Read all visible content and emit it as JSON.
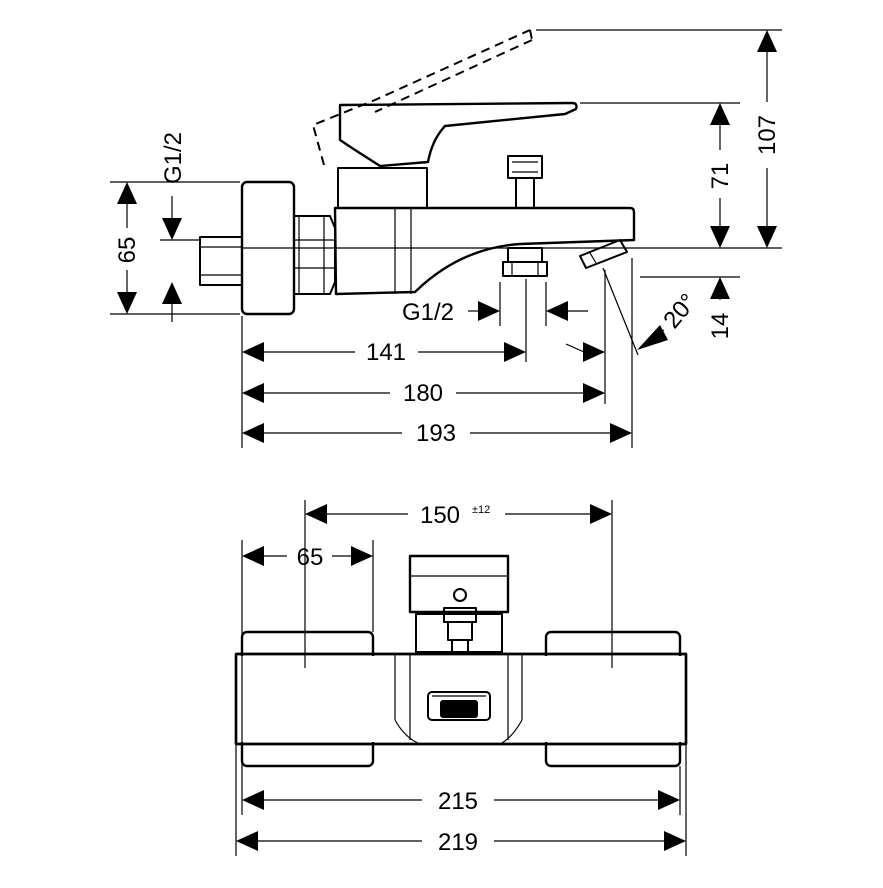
{
  "side_view": {
    "height_107": "107",
    "height_71": "71",
    "height_65": "65",
    "height_14": "14",
    "thread_inlet": "G1/2",
    "thread_outlet": "G1/2",
    "length_141": "141",
    "length_180": "180",
    "length_193": "193",
    "angle_20": "20°"
  },
  "top_view": {
    "width_150": "150",
    "width_150_tolerance": "±12",
    "width_65": "65",
    "width_215": "215",
    "width_219": "219"
  }
}
